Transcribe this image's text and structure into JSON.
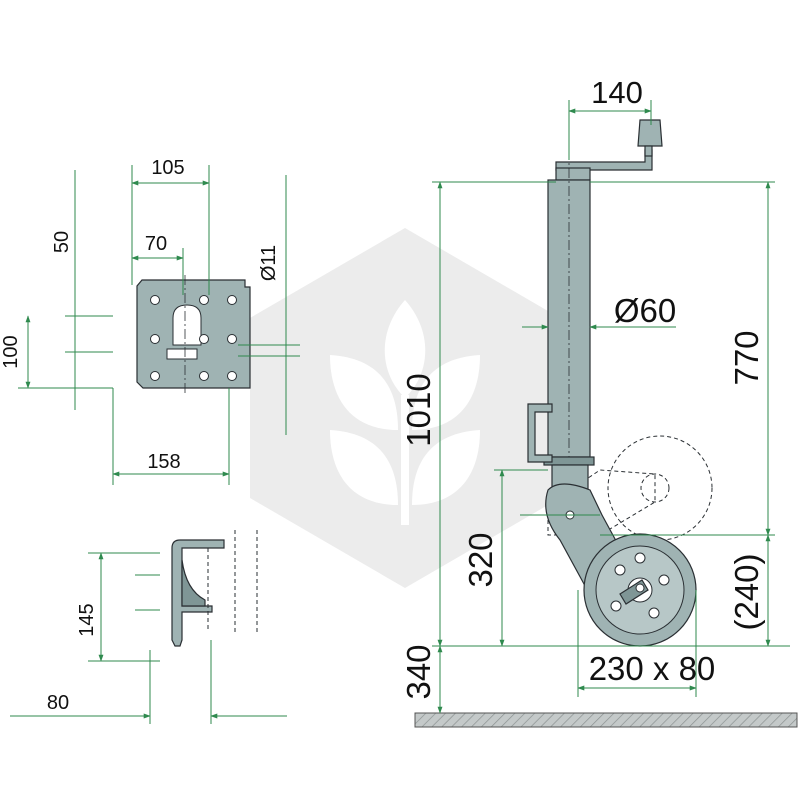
{
  "dimensions": {
    "crank_offset": "140",
    "tube_diameter": "Ø60",
    "total_height": "1010",
    "tube_length": "770",
    "bracket_height": "320",
    "retracted_clearance": "(240)",
    "wheel_size": "230 x 80",
    "ground_clearance": "340",
    "plate_width_top": "105",
    "plate_hole_spacing": "70",
    "plate_top_offset": "50",
    "plate_hole_vertical": "100",
    "hole_diameter": "Ø11",
    "plate_width_bottom": "158",
    "side_bracket_height": "145",
    "side_bracket_depth": "80"
  },
  "colors": {
    "dimension_line": "#2f8a4e",
    "part_fill": "#9fb3b3",
    "part_outline": "#2a2f33",
    "watermark": "#e6e6e6",
    "ground_hatch": "#b7bcbc"
  },
  "watermark_icon": "wheat-leaf-hexagon-icon"
}
